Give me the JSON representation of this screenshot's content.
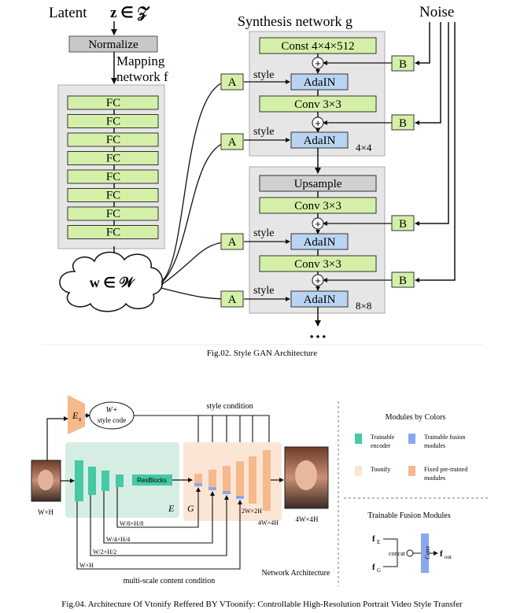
{
  "fig2": {
    "latent_label": "Latent",
    "latent_math": "z ∈ 𝒵",
    "normalize": "Normalize",
    "mapping_line1": "Mapping",
    "mapping_line2": "network f",
    "fc": [
      "FC",
      "FC",
      "FC",
      "FC",
      "FC",
      "FC",
      "FC",
      "FC"
    ],
    "w_label": "w ∈ 𝒲",
    "synthesis_title": "Synthesis network g",
    "noise": "Noise",
    "const": "Const 4×4×512",
    "conv": "Conv 3×3",
    "adain": "AdaIN",
    "upsample": "Upsample",
    "a": "A",
    "b": "B",
    "style": "style",
    "res4": "4×4",
    "res8": "8×8",
    "dots": "• • •",
    "caption": "Fig.02. Style GAN Architecture"
  },
  "fig4": {
    "encoder": "E",
    "encoder_sub": "s",
    "w_plus": "W+",
    "style_code": "style code",
    "style_condition": "style condition",
    "resblocks": "ResBlocks",
    "e_label": "E",
    "g_label": "G",
    "wxh": "W×H",
    "w8": "W/8×H/8",
    "w4": "W/4×H/4",
    "w2": "W/2×H/2",
    "wxh2": "W×H",
    "w2x2h": "2W×2H",
    "w4x4h": "4W×4H",
    "out_res": "4W×4H",
    "multiscale": "multi-scale content condition",
    "network_arch": "Network Architecture",
    "legend_title": "Modules by Colors",
    "legend": [
      {
        "label1": "Trainable",
        "label2": "encoder",
        "color": "#45c9a6"
      },
      {
        "label1": "Trainable fusion",
        "label2": "modules",
        "color": "#8aa6f0"
      },
      {
        "label1": "Toonify",
        "label2": "",
        "color": "#fbe6d6"
      },
      {
        "label1": "Fixed pre-trained",
        "label2": "modules",
        "color": "#f6b98c"
      }
    ],
    "fusion_title": "Trainable Fusion Modules",
    "fe": "f",
    "fe_sub": "E",
    "fg": "f",
    "fg_sub": "G",
    "concat": "concat",
    "conv": "Conv",
    "fout": "f",
    "fout_sub": "out",
    "caption": "Fig.04. Architecture Of Vtonify Reffered BY VToonify: Controllable High-Resolution Portrait Video Style Transfer"
  },
  "colors": {
    "fc_fill": "#d4f0a8",
    "adain_fill": "#b9d4f2",
    "upsample_fill": "#d0d0d0",
    "gray_panel": "#e8e8e8",
    "teal": "#45c9a6",
    "orange": "#f6b98c",
    "blue": "#8aa6f0"
  }
}
